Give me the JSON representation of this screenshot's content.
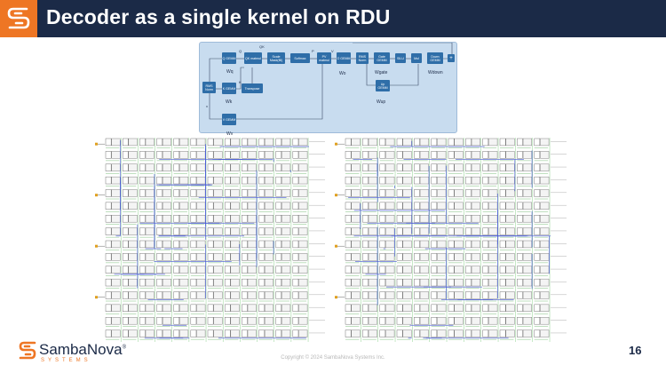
{
  "slide": {
    "title": "Decoder as a single kernel on RDU",
    "page_number": "16",
    "copyright": "Copyright © 2024 SambaNova Systems Inc."
  },
  "brand": {
    "name": "SambaNova",
    "registered": "®",
    "subtitle": "SYSTEMS",
    "accent_color": "#ee7624",
    "header_color": "#1b2a47"
  },
  "flow": {
    "nodes": {
      "rms_norm": "RMS Norm",
      "q_gemm": "Q GEMM",
      "k_gemm": "K GEMM",
      "v_gemm": "V GEMM",
      "qk_matmul": "QK matmul",
      "transpose": "Transpose",
      "scale_mask": "Scale Mask(fill)",
      "softmax": "Softmax",
      "pv_matmul": "PV matmul",
      "o_gemm": "O GEMM",
      "rms_norm_2": "RMS Norm",
      "gate_gemm": "Gate GEMM",
      "up_gemm": "Up GEMM",
      "silu": "SILU",
      "mul": "Mul",
      "down_gemm": "Down GEMM",
      "add": "+"
    },
    "weights": {
      "wq": "Wq",
      "wk": "Wk",
      "wv": "Wv",
      "wo": "Wo",
      "wgate": "Wgate",
      "wup": "Wup",
      "wdown": "Wdown"
    },
    "vars": {
      "x": "x",
      "q": "Q",
      "k": "K",
      "qk": "QK",
      "p": "P",
      "v": "V"
    }
  }
}
